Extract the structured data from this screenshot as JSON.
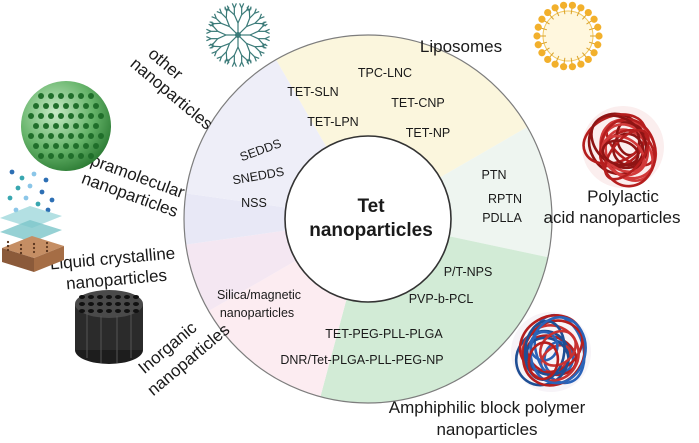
{
  "center": {
    "line1": "Tet",
    "line2": "nanoparticles"
  },
  "categories": {
    "liposomes": "Liposomes",
    "polylactic_line1": "Polylactic",
    "polylactic_line2": "acid nanoparticles",
    "amphiphilic_line1": "Amphiphilic block polymer",
    "amphiphilic_line2": "nanoparticles",
    "other_line1": "other",
    "other_line2": "nanoparticles",
    "supramolecular_line1": "Supramolecular",
    "supramolecular_line2": "nanoparticles",
    "liquid_line1": "Liquid crystalline",
    "liquid_line2": "nanoparticles",
    "inorganic_line1": "Inorganic",
    "inorganic_line2": "nanoparticles"
  },
  "items": {
    "liposomes": [
      "TPC-LNC",
      "TET-SLN",
      "TET-CNP",
      "TET-LPN",
      "TET-NP"
    ],
    "polylactic": [
      "PTN",
      "RPTN",
      "PDLLA"
    ],
    "amphiphilic": [
      "P/T-NPS",
      "PVP-b-PCL",
      "TET-PEG-PLL-PLGA",
      "DNR/Tet-PLGA-PLL-PEG-NP"
    ],
    "other": [
      "SEDDS",
      "SNEDDS",
      "NSS"
    ],
    "inorganic_line1": "Silica/magnetic",
    "inorganic_line2": "nanoparticles"
  },
  "colors": {
    "liposomes_sector": "#fbf6dd",
    "polylactic_sector": "#eef5f0",
    "amphiphilic_sector": "#d2ebd6",
    "inorganic_sector": "#fcecf1",
    "liquid_sector": "#f4e7f2",
    "supramolecular_sector": "#e8e8f6",
    "other_sector": "#eeeef8",
    "ring_border": "#7d7d7d",
    "liposome_beads": "#f2b02c",
    "supramolecular_sphere": "#2f8a3a",
    "polylactic_coil": "#b51e1e",
    "amphiphilic_coil": "#2a63b8",
    "inorganic_block": "#2b2b2b",
    "dendrimer": "#3a7a78"
  }
}
